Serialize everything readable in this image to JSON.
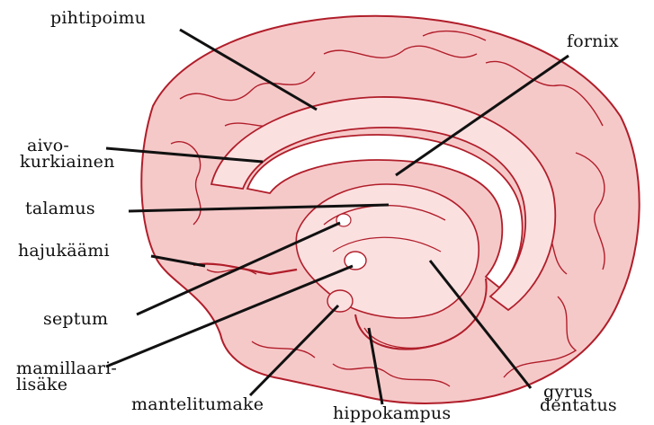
{
  "labels": {
    "pihtipoimu": "pihtipoimu",
    "fornix": "fornix",
    "aivokurkiainen_1": "aivo-",
    "aivokurkiainen_2": "kurkiainen",
    "talamus": "talamus",
    "hajukaami": "hajukäämi",
    "septum": "septum",
    "mamillaari_1": "mamillaari-",
    "mamillaari_2": "lisäke",
    "mantelitumake": "mantelitumake",
    "hippokampus": "hippokampus",
    "gyrus_1": "gyrus",
    "gyrus_2": "dentatus"
  },
  "colors": {
    "tissue": "#f6c9c9",
    "tissue_dark": "#eaa3a3",
    "outline": "#b01e2a",
    "leader": "#111111"
  }
}
